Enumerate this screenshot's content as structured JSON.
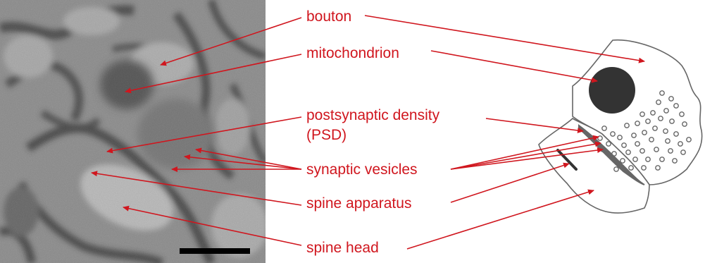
{
  "colors": {
    "annotation": "#d0161e",
    "outline": "#555555",
    "mitochondrion_fill": "#333333",
    "psd_fill": "#666666",
    "scale_bar": "#000000"
  },
  "micrograph": {
    "description_icon": "em-micrograph-image"
  },
  "labels": {
    "bouton": "bouton",
    "mitochondrion": "mitochondrion",
    "psd_line1": "postsynaptic density",
    "psd_line2": "(PSD)",
    "synaptic_vesicles": "synaptic vesicles",
    "spine_apparatus": "spine apparatus",
    "spine_head": "spine head"
  }
}
